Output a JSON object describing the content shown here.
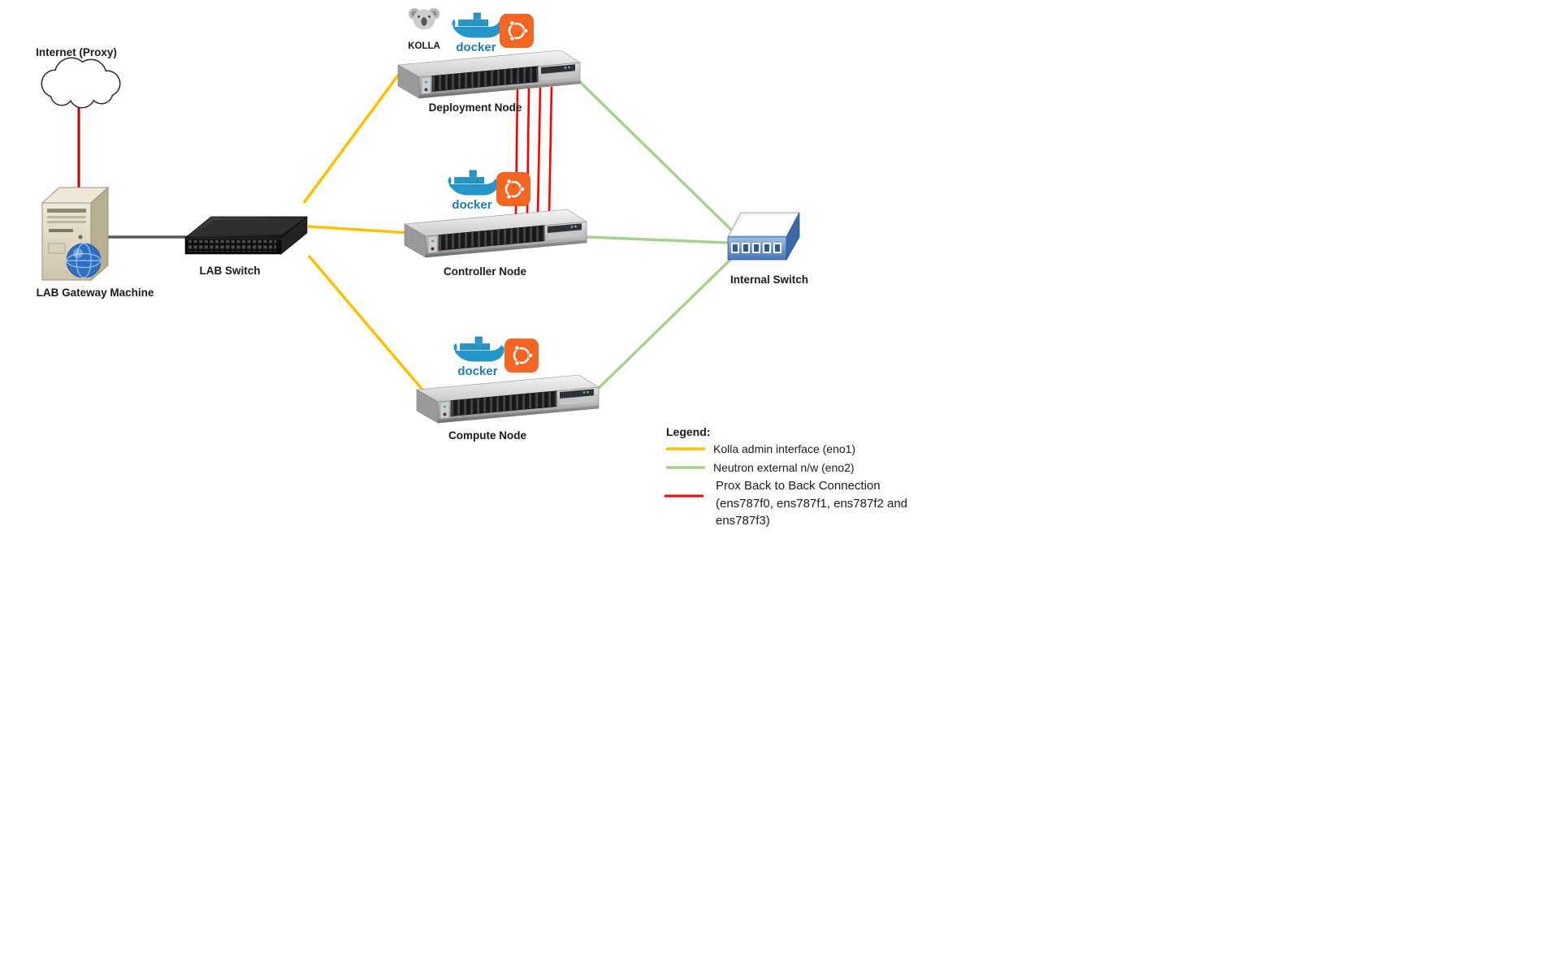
{
  "nodes": {
    "internet": {
      "label": "Internet (Proxy)"
    },
    "gateway": {
      "label": "LAB Gateway Machine"
    },
    "lab_switch": {
      "label": "LAB Switch"
    },
    "deployment": {
      "label": "Deployment Node"
    },
    "controller": {
      "label": "Controller Node"
    },
    "compute": {
      "label": "Compute Node"
    },
    "internal_switch": {
      "label": "Internal Switch"
    }
  },
  "logos": {
    "kolla": {
      "label": "KOLLA"
    },
    "docker": {
      "label": "docker"
    },
    "ubuntu": {
      "color": "#F26522"
    }
  },
  "connections": {
    "internet_to_gateway": {
      "color": "#C00000"
    },
    "gateway_to_switch": {
      "color": "#595959"
    }
  },
  "legend": {
    "title": "Legend:",
    "items": {
      "kolla_admin": {
        "label": "Kolla admin interface (eno1)",
        "color": "#FFC000"
      },
      "neutron_external": {
        "label": "Neutron external n/w (eno2)",
        "color": "#A9D18E"
      },
      "back_to_back": {
        "label_line1": "Prox Back to Back Connection",
        "label_line2": "(ens787f0, ens787f1, ens787f2 and",
        "label_line3": "ens787f3)",
        "color": "#FF0000"
      }
    }
  }
}
